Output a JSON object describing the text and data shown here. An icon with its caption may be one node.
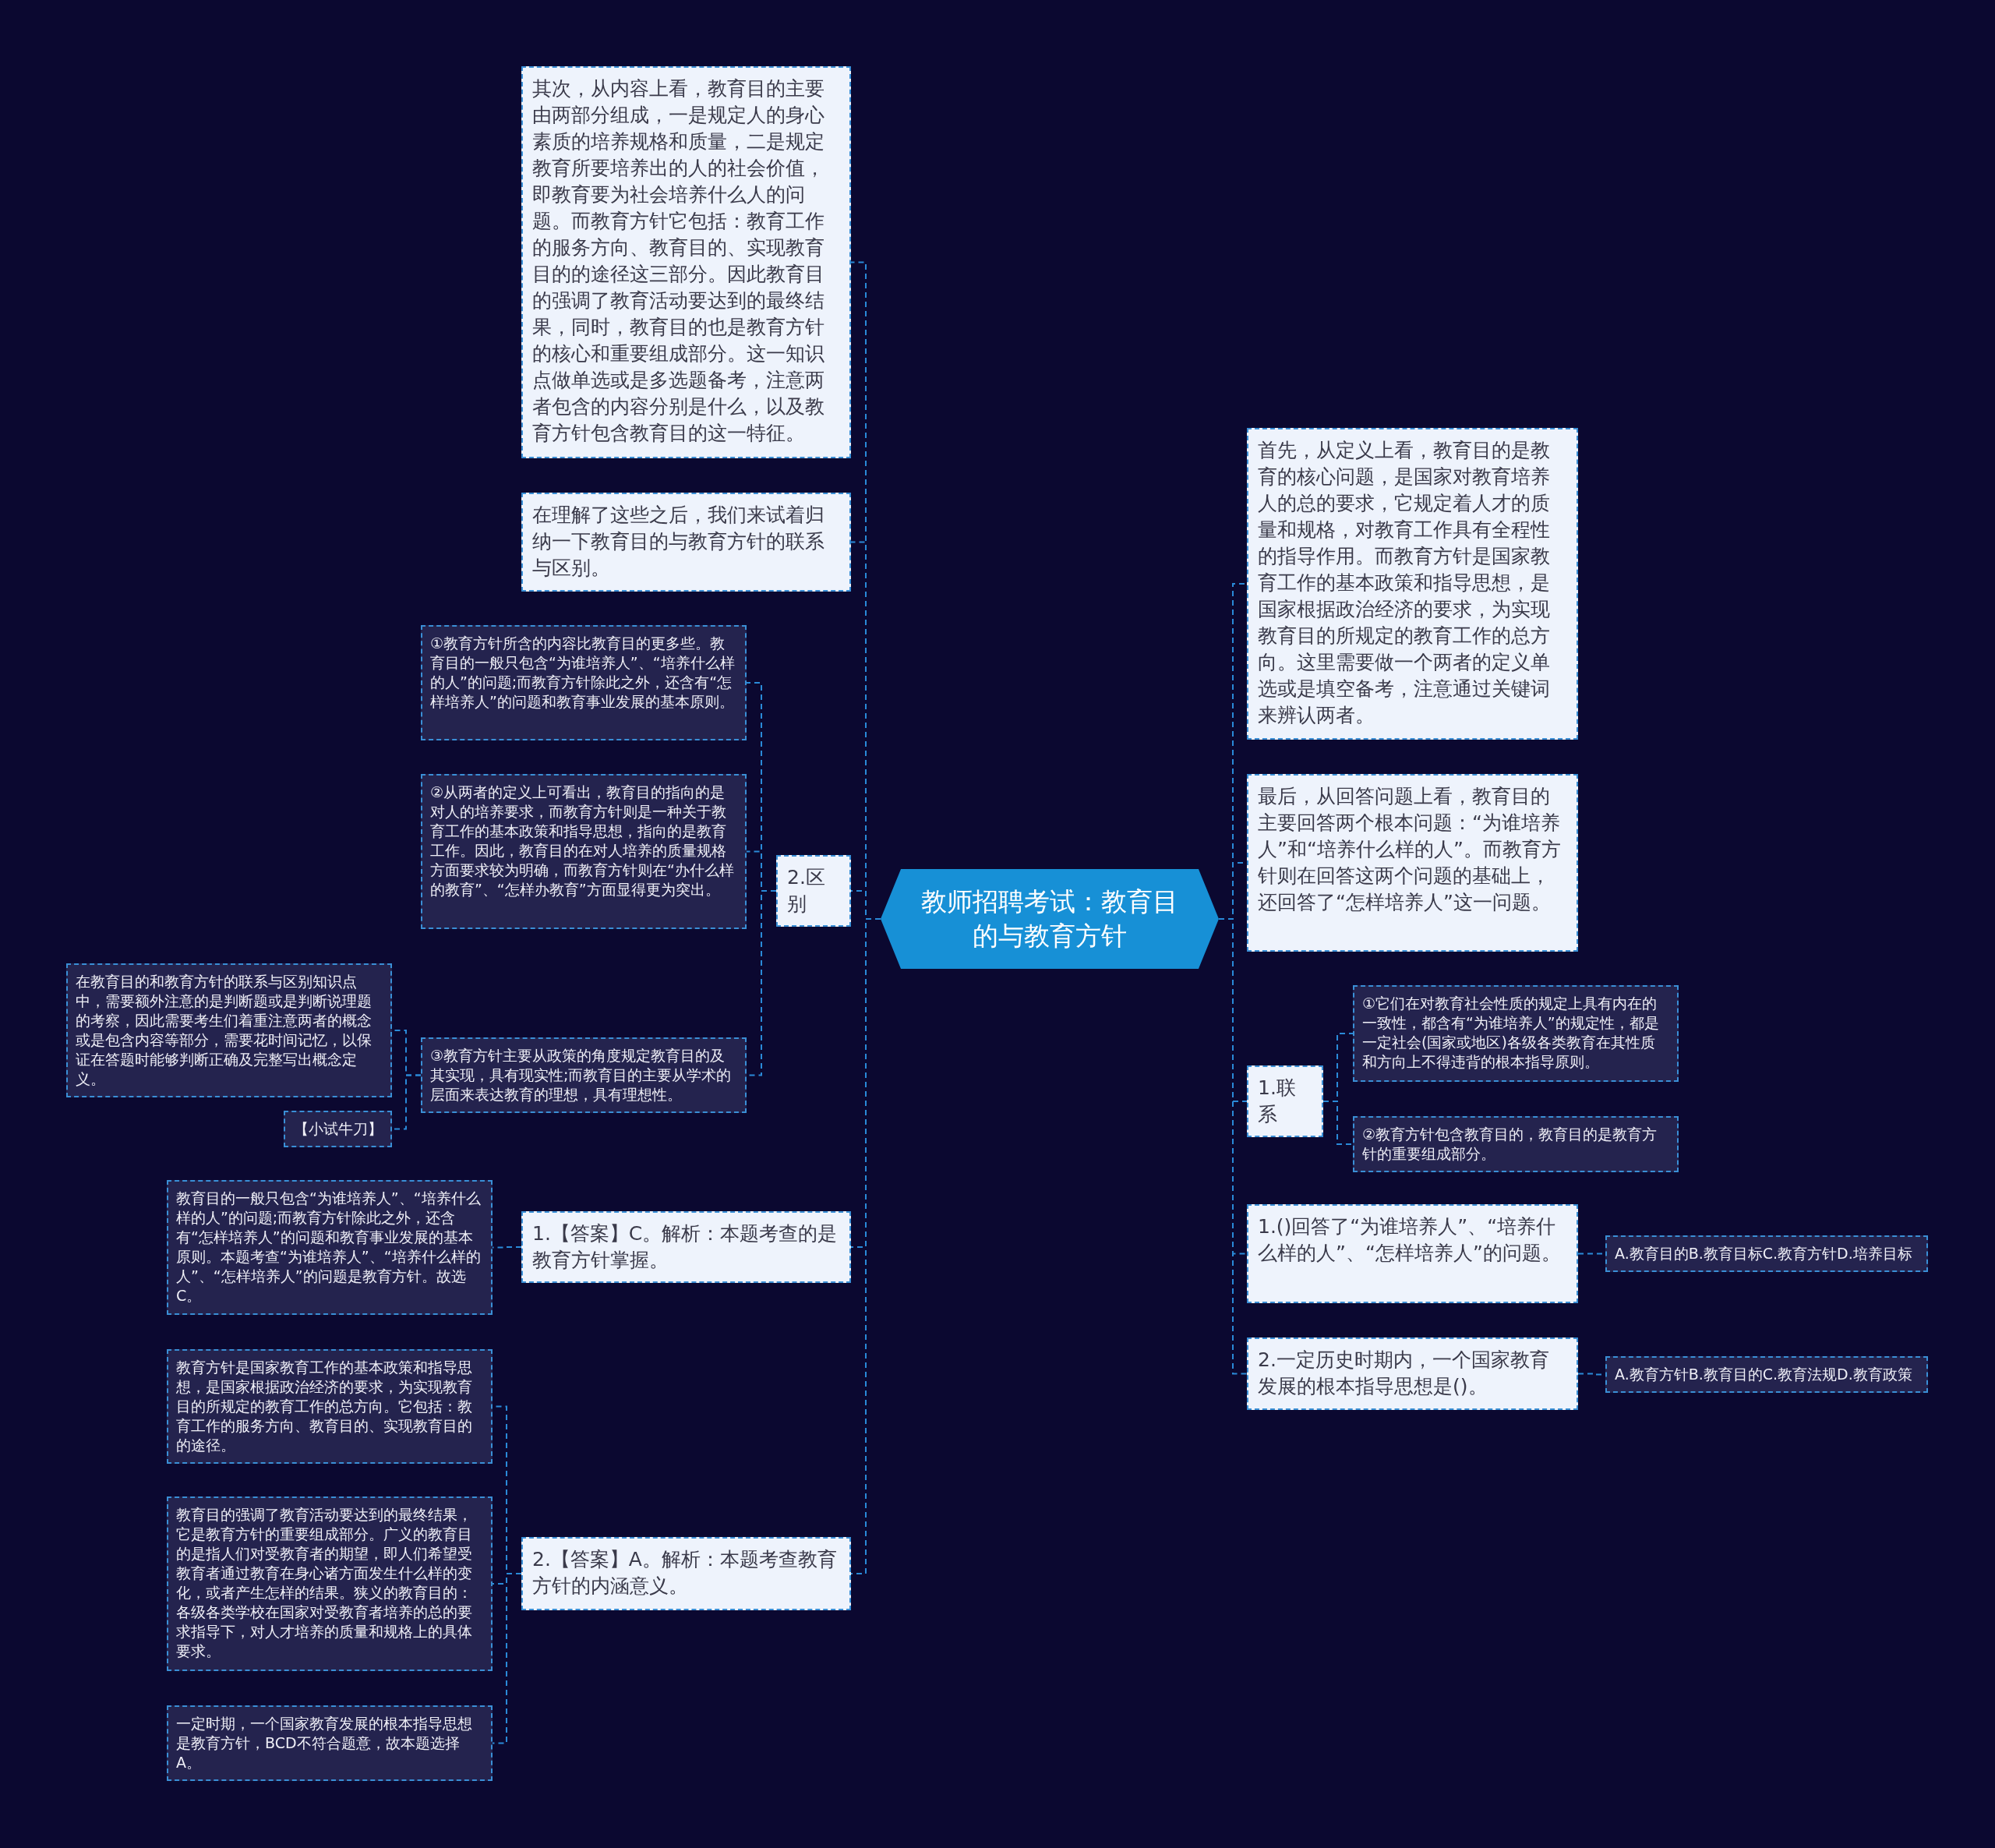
{
  "diagram": {
    "nodes": [
      {
        "text": [
          "教师招聘考试：教育目的与教育方针"
        ]
      },
      {
        "text": [
          "其次，从内容上看，教育目的主要由两部分组成，一是规定人的身心素质的培养规格和质量，二是规定教育所要培养出的人的社会价值，即教育要为社会培养什么人的问题。而教育方针它包括：教育工作的服务方向、教育目的、实现教育目的的途径这三部分。因此教育目的强调了教育活动要达到的最终结果，同时，教育目的也是教育方针的核心和重要组成部分。这一知识点做单选或是多选题备考，注意两者包含的内容分别是什么，以及教育方针包含教育目的这一特征。"
        ]
      },
      {
        "text": [
          "在理解了这些之后，我们来试着归纳一下教育目的与教育方针的联系与区别。"
        ]
      },
      {
        "text": [
          "2.区别"
        ]
      },
      {
        "text": [
          "①教育方针所含的内容比教育目的更多些。教育目的一般只包含“为谁培养人”、“培养什么样的人”的问题;而教育方针除此之外，还含有“怎样培养人”的问题和教育事业发展的基本原则。"
        ]
      },
      {
        "text": [
          "②从两者的定义上可看出，教育目的指向的是对人的培养要求，而教育方针则是一种关于教育工作的基本政策和指导思想，指向的是教育工作。因此，教育目的在对人培养的质量规格方面要求较为明确，而教育方针则在“办什么样的教育”、“怎样办教育”方面显得更为突出。"
        ]
      },
      {
        "text": [
          "③教育方针主要从政策的角度规定教育目的及其实现，具有现实性;而教育目的主要从学术的层面来表达教育的理想，具有理想性。"
        ]
      },
      {
        "text": [
          "在教育目的和教育方针的联系与区别知识点中，需要额外注意的是判断题或是判断说理题的考察，因此需要考生们着重注意两者的概念或是包含内容等部分，需要花时间记忆，以保证在答题时能够判断正确及完整写出概念定义。"
        ]
      },
      {
        "text": [
          "【小试牛刀】"
        ]
      },
      {
        "text": [
          "1.【答案】C。解析：本题考查的是教育方针掌握。"
        ]
      },
      {
        "text": [
          "教育目的一般只包含“为谁培养人”、“培养什么样的人”的问题;而教育方针除此之外，还含有“怎样培养人”的问题和教育事业发展的基本原则。本题考查“为谁培养人”、“培养什么样的人”、“怎样培养人”的问题是教育方针。故选C。"
        ]
      },
      {
        "text": [
          "2.【答案】A。解析：本题考查教育方针的内涵意义。"
        ]
      },
      {
        "text": [
          "教育方针是国家教育工作的基本政策和指导思想，是国家根据政治经济的要求，为实现教育目的所规定的教育工作的总方向。它包括：教育工作的服务方向、教育目的、实现教育目的的途径。"
        ]
      },
      {
        "text": [
          "教育目的强调了教育活动要达到的最终结果，它是教育方针的重要组成部分。广义的教育目的是指人们对受教育者的期望，即人们希望受教育者通过教育在身心诸方面发生什么样的变化，或者产生怎样的结果。狭义的教育目的：各级各类学校在国家对受教育者培养的总的要求指导下，对人才培养的质量和规格上的具体要求。"
        ]
      },
      {
        "text": [
          "一定时期，一个国家教育发展的根本指导思想是教育方针，BCD不符合题意，故本题选择A。"
        ]
      },
      {
        "text": [
          "首先，从定义上看，教育目的是教育的核心问题，是国家对教育培养人的总的要求，它规定着人才的质量和规格，对教育工作具有全程性的指导作用。而教育方针是国家教育工作的基本政策和指导思想，是国家根据政治经济的要求，为实现教育目的所规定的教育工作的总方向。这里需要做一个两者的定义单选或是填空备考，注意通过关键词来辨认两者。"
        ]
      },
      {
        "text": [
          "最后，从回答问题上看，教育目的主要回答两个根本问题：“为谁培养人”和“培养什么样的人”。而教育方针则在回答这两个问题的基础上，还回答了“怎样培养人”这一问题。"
        ]
      },
      {
        "text": [
          "1.联系"
        ]
      },
      {
        "text": [
          "①它们在对教育社会性质的规定上具有内在的一致性，都含有“为谁培养人”的规定性，都是一定社会(国家或地区)各级各类教育在其性质和方向上不得违背的根本指导原则。"
        ]
      },
      {
        "text": [
          "②教育方针包含教育目的，教育目的是教育方针的重要组成部分。"
        ]
      },
      {
        "text": [
          "1.()回答了“为谁培养人”、“培养什么样的人”、“怎样培养人”的问题。"
        ]
      },
      {
        "text": [
          "A.教育目的B.教育目标C.教育方针D.培养目标"
        ]
      },
      {
        "text": [
          "2.一定历史时期内，一个国家教育发展的根本指导思想是()。"
        ]
      },
      {
        "text": [
          "A.教育方针B.教育目的C.教育法规D.教育政策"
        ]
      }
    ],
    "edges": [
      {
        "from": 0,
        "to": 1,
        "arrow": "none"
      },
      {
        "from": 0,
        "to": 2,
        "arrow": "none"
      },
      {
        "from": 0,
        "to": 3,
        "arrow": "none"
      },
      {
        "from": 3,
        "to": 4,
        "arrow": "none"
      },
      {
        "from": 3,
        "to": 5,
        "arrow": "none"
      },
      {
        "from": 3,
        "to": 6,
        "arrow": "none"
      },
      {
        "from": 6,
        "to": 7,
        "arrow": "none"
      },
      {
        "from": 6,
        "to": 8,
        "arrow": "none"
      },
      {
        "from": 0,
        "to": 9,
        "arrow": "none"
      },
      {
        "from": 9,
        "to": 10,
        "arrow": "none"
      },
      {
        "from": 0,
        "to": 11,
        "arrow": "none"
      },
      {
        "from": 11,
        "to": 12,
        "arrow": "none"
      },
      {
        "from": 11,
        "to": 13,
        "arrow": "none"
      },
      {
        "from": 11,
        "to": 14,
        "arrow": "none"
      },
      {
        "from": 0,
        "to": 15,
        "arrow": "none"
      },
      {
        "from": 0,
        "to": 16,
        "arrow": "none"
      },
      {
        "from": 0,
        "to": 17,
        "arrow": "none"
      },
      {
        "from": 17,
        "to": 18,
        "arrow": "none"
      },
      {
        "from": 17,
        "to": 19,
        "arrow": "none"
      },
      {
        "from": 0,
        "to": 20,
        "arrow": "none"
      },
      {
        "from": 20,
        "to": 21,
        "arrow": "none"
      },
      {
        "from": 0,
        "to": 22,
        "arrow": "none"
      },
      {
        "from": 22,
        "to": 23,
        "arrow": "none"
      }
    ]
  }
}
